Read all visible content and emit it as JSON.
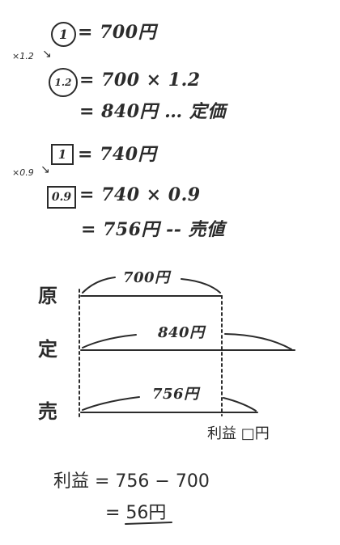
{
  "original": {
    "marker": "1",
    "equation": "= 700円"
  },
  "multiplier_up": {
    "label": "×1.2"
  },
  "list_price": {
    "marker": "1.2",
    "equation": "= 700 × 1.2",
    "result": "= 840円 … 定価"
  },
  "reference": {
    "marker": "1",
    "equation": "= 740円"
  },
  "multiplier_down": {
    "label": "×0.9"
  },
  "sale_price": {
    "marker": "0.9",
    "equation": "= 740 × 0.9",
    "result": "= 756円 -- 売値"
  },
  "diagram": {
    "row_cost": "原",
    "row_list": "定",
    "row_sale": "売",
    "cost_amount": "700円",
    "list_amount": "840円",
    "sale_amount": "756円",
    "profit_label": "利益 □円"
  },
  "answer": {
    "line1": "利益 = 756 − 700",
    "line2": "= 56円"
  }
}
